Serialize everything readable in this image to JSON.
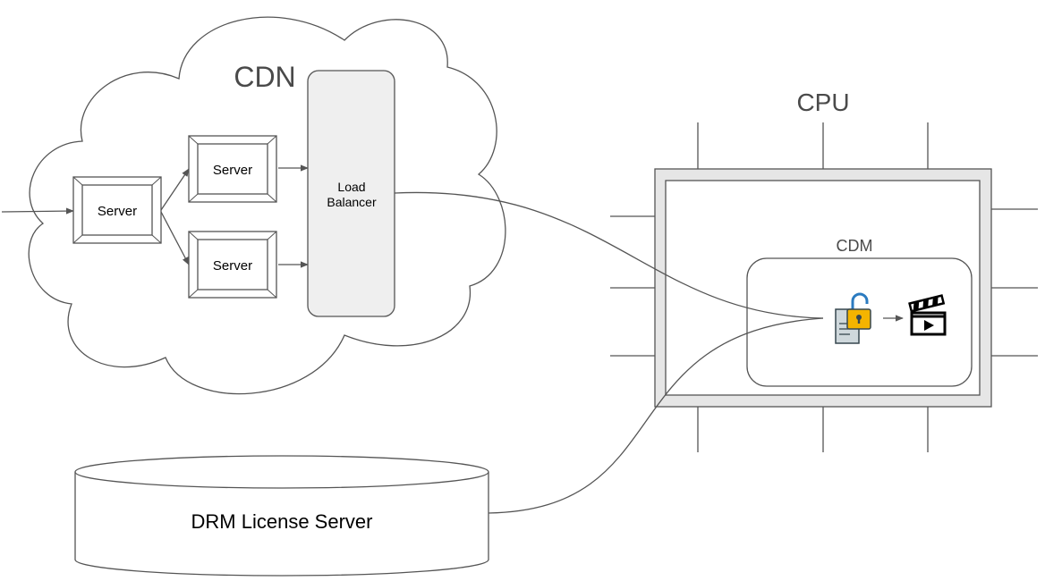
{
  "cdn": {
    "label": "CDN"
  },
  "servers": {
    "entry": "Server",
    "top": "Server",
    "bottom": "Server"
  },
  "load_balancer": {
    "line1": "Load",
    "line2": "Balancer"
  },
  "cpu": {
    "label": "CPU"
  },
  "cdm": {
    "label": "CDM",
    "icons": [
      "encrypted-document-unlock-icon",
      "video-clapperboard-icon"
    ]
  },
  "drm_server": {
    "label": "DRM License Server"
  },
  "colors": {
    "line": "#555555",
    "box_fill": "#efefef",
    "lock_body": "#f4b400",
    "lock_shackle": "#2b7bc0"
  }
}
